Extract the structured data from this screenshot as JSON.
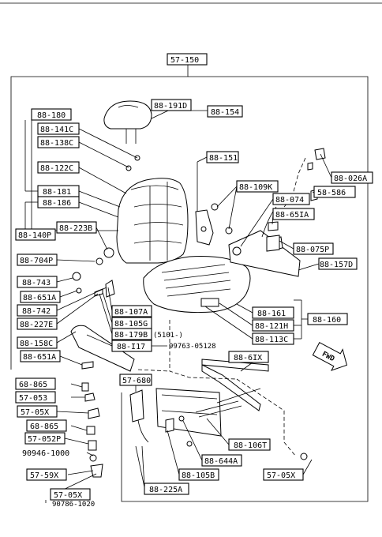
{
  "top_label": "57-150",
  "fwd_label": "FWD",
  "labels": {
    "p88_191D": "88-191D",
    "p88_154": "88-154",
    "p88_180": "88-180",
    "p88_141C": "88-141C",
    "p88_138C": "88-138C",
    "p88_122C": "88-122C",
    "p88_181": "88-181",
    "p88_186": "88-186",
    "p88_140P": "88-140P",
    "p88_223B": "88-223B",
    "p88_704P": "88-704P",
    "p88_743": "88-743",
    "p88_651A": "88-651A",
    "p88_742": "88-742",
    "p88_227E": "88-227E",
    "p88_158C": "88-158C",
    "p88_651A_b": "88-651A",
    "p88_151": "88-151",
    "p88_109K": "88-109K",
    "p88_074": "88-074",
    "p88_65IA": "88-65IA",
    "p88_026A": "88-026A",
    "p58_586": "58-586",
    "p88_075P": "88-075P",
    "p88_157D": "88-157D",
    "p88_107A": "88-107A",
    "p88_105G": "88-105G",
    "p88_179B": "88-179B",
    "p88_117": "88-I17",
    "p88_161": "88-161",
    "p88_121H": "88-121H",
    "p88_160": "88-160",
    "p88_113C": "88-113C",
    "p88_61X": "88-6IX",
    "p57_680": "57-680",
    "p68_865": "68-865",
    "p57_053": "57-053",
    "p57_05X": "57-05X",
    "p68_865_b": "68-865",
    "p57_052P": "57-052P",
    "p57_59X": "57-59X",
    "p57_05X_b": "57-05X",
    "p88_106T": "88-106T",
    "p88_644A": "88-644A",
    "p88_105B": "88-105B",
    "p88_225A": "88-225A",
    "p57_05X_c": "57-05X"
  },
  "plain_text": {
    "t5101": "(5101-)",
    "t99763": "99763-05128",
    "t90946": "90946-1000",
    "t90786": "90786-1020"
  }
}
